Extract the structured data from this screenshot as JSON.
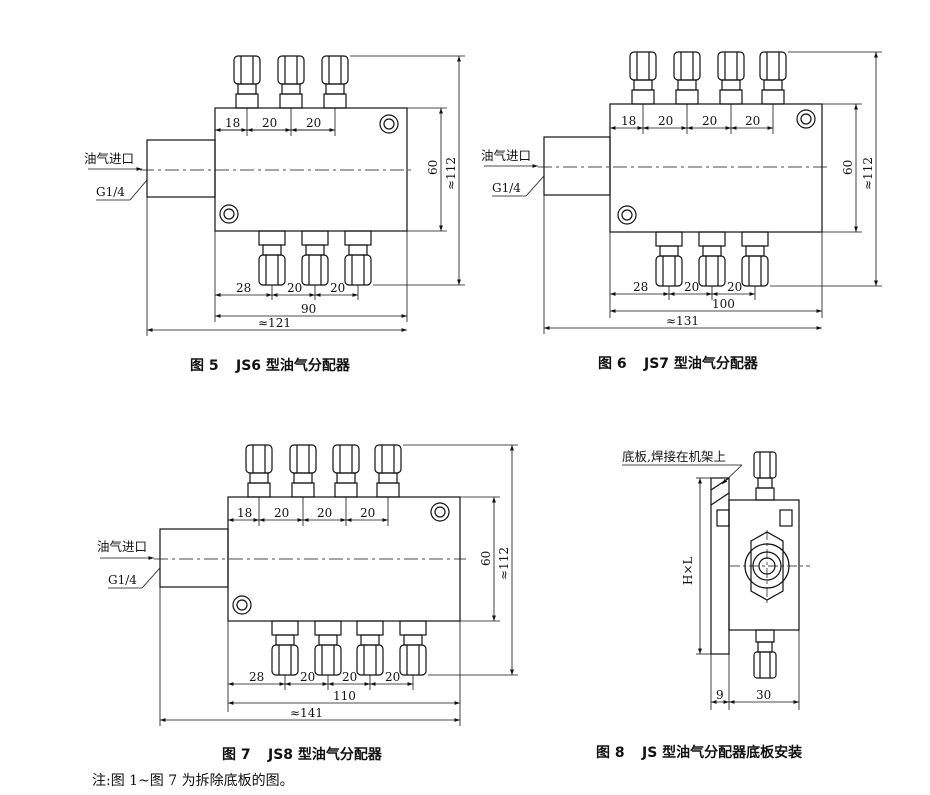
{
  "figures": [
    {
      "id": "fig5",
      "caption_num": "图 5",
      "caption_text": "JS6 型油气分配器",
      "inlet_label": "油气进口",
      "thread_label": "G1/4",
      "top_dims": [
        "18",
        "20",
        "20"
      ],
      "bottom_dims": [
        "28",
        "20",
        "20"
      ],
      "span_dim": "90",
      "overall_dim": "≈121",
      "height_dim": "60",
      "height_overall_dim": "≈112"
    },
    {
      "id": "fig6",
      "caption_num": "图 6",
      "caption_text": "JS7 型油气分配器",
      "inlet_label": "油气进口",
      "thread_label": "G1/4",
      "top_dims": [
        "18",
        "20",
        "20",
        "20"
      ],
      "bottom_dims": [
        "28",
        "20",
        "20"
      ],
      "span_dim": "100",
      "overall_dim": "≈131",
      "height_dim": "60",
      "height_overall_dim": "≈112"
    },
    {
      "id": "fig7",
      "caption_num": "图 7",
      "caption_text": "JS8 型油气分配器",
      "inlet_label": "油气进口",
      "thread_label": "G1/4",
      "top_dims": [
        "18",
        "20",
        "20",
        "20"
      ],
      "bottom_dims": [
        "28",
        "20",
        "20",
        "20"
      ],
      "span_dim": "110",
      "overall_dim": "≈141",
      "height_dim": "60",
      "height_overall_dim": "≈112"
    }
  ],
  "fig8": {
    "caption_num": "图 8",
    "caption_text": "JS 型油气分配器底板安装",
    "callout": "底板,焊接在机架上",
    "dim_hl": "H×L",
    "dim_plate": "9",
    "dim_body": "30"
  },
  "note": "注:图 1~图 7 为拆除底板的图。"
}
